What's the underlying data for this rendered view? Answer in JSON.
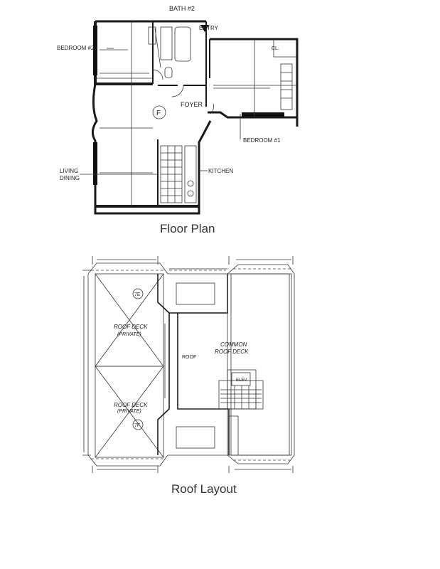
{
  "floor_plan": {
    "caption": "Floor Plan",
    "rooms": {
      "bath2": "BATH #2",
      "entry": "ENTRY",
      "bedroom2": "BEDROOM #2",
      "foyer": "FOYER",
      "bedroom1": "BEDROOM #1",
      "living": "LIVING",
      "dining": "DINING",
      "kitchen": "KITCHEN",
      "closet": "CL.",
      "marker": "F"
    }
  },
  "roof_layout": {
    "caption": "Roof Layout",
    "labels": {
      "unit_7e": "7E",
      "unit_7f": "7F",
      "roof_deck_top": "ROOF DECK",
      "private_top": "(PRIVATE)",
      "roof_deck_bottom": "ROOF DECK",
      "private_bottom": "(PRIVATE)",
      "common": "COMMON",
      "common_roof_deck": "ROOF DECK",
      "roof": "ROOF",
      "elev": "ELEV."
    }
  }
}
